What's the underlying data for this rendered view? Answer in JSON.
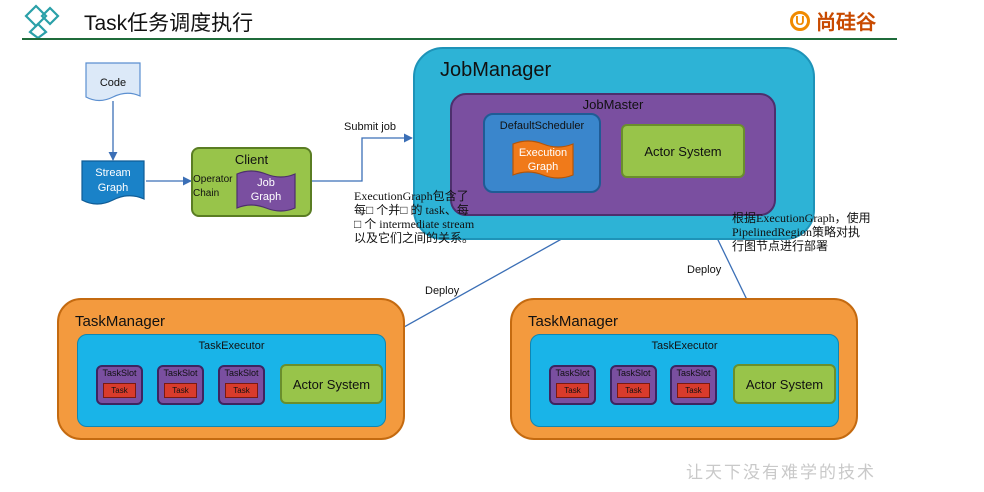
{
  "header": {
    "title": "Task任务调度执行",
    "brand_mark": "U",
    "brand_name": "尚硅谷"
  },
  "flow": {
    "code": "Code",
    "stream_graph": [
      "Stream",
      "Graph"
    ],
    "client": "Client",
    "operator_chain": [
      "Operator",
      "Chain"
    ],
    "job_graph": [
      "Job",
      "Graph"
    ],
    "submit_job": "Submit job"
  },
  "job_manager": {
    "title": "JobManager",
    "job_master": "JobMaster",
    "scheduler": "DefaultScheduler",
    "execution_graph": [
      "Execution",
      "Graph"
    ],
    "actor_system": "Actor System"
  },
  "notes": {
    "left": [
      "ExecutionGraph包含了",
      "每□ 个并□ 的 task、每",
      "□ 个 intermediate stream",
      "以及它们之间的关系。"
    ],
    "right": [
      "根据ExecutionGraph，使用",
      "PipelinedRegion策略对执",
      "行图节点进行部署"
    ]
  },
  "deploy": {
    "left": "Deploy",
    "right": "Deploy"
  },
  "task_managers": [
    {
      "title": "TaskManager",
      "executor": "TaskExecutor",
      "slots": [
        {
          "label": "TaskSlot",
          "task": "Task"
        },
        {
          "label": "TaskSlot",
          "task": "Task"
        },
        {
          "label": "TaskSlot",
          "task": "Task"
        }
      ],
      "actor_system": "Actor System"
    },
    {
      "title": "TaskManager",
      "executor": "TaskExecutor",
      "slots": [
        {
          "label": "TaskSlot",
          "task": "Task"
        },
        {
          "label": "TaskSlot",
          "task": "Task"
        },
        {
          "label": "TaskSlot",
          "task": "Task"
        }
      ],
      "actor_system": "Actor System"
    }
  ],
  "watermark": "让天下没有难学的技术",
  "colors": {
    "header_line": "#1f6b3a",
    "job_manager": "#2db3d6",
    "job_master": "#7a4fa0",
    "scheduler": "#3a86cc",
    "execution_graph": "#f07a1a",
    "actor_system": "#98c44a",
    "task_manager": "#f39a3e",
    "task_executor": "#19b4e8",
    "task_slot": "#7a4fa0",
    "task": "#d93b2b",
    "document_shape": "#dce9f8",
    "stream_graph": "#1a82c8"
  }
}
